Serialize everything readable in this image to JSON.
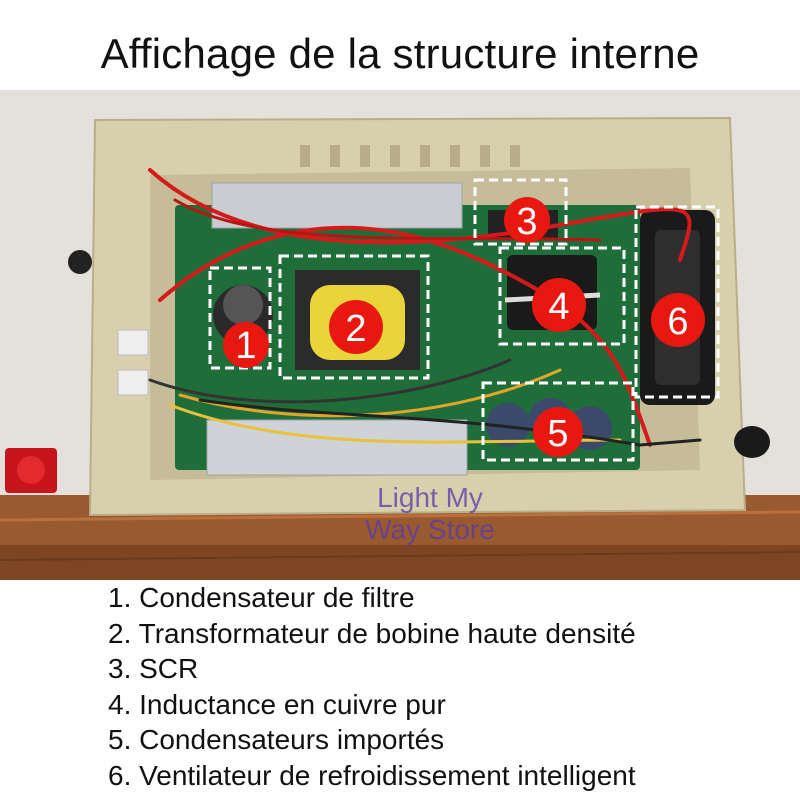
{
  "title": "Affichage de la structure interne",
  "watermark": {
    "line1": "Light My",
    "line2": "Way Store"
  },
  "badges": [
    {
      "number": "1",
      "label": "1. Condensateur de filtre"
    },
    {
      "number": "2",
      "label": "2. Transformateur de bobine haute densité"
    },
    {
      "number": "3",
      "label": "3. SCR"
    },
    {
      "number": "4",
      "label": "4. Inductance en cuivre pur"
    },
    {
      "number": "5",
      "label": "5. Condensateurs importés"
    },
    {
      "number": "6",
      "label": "6. Ventilateur de refroidissement intelligent"
    }
  ],
  "colors": {
    "badge": "#e8170f",
    "pcb": "#1f6e3a",
    "case": "#d8cfad",
    "wire_red": "#d41a1a",
    "wood": "#9a5a30"
  }
}
